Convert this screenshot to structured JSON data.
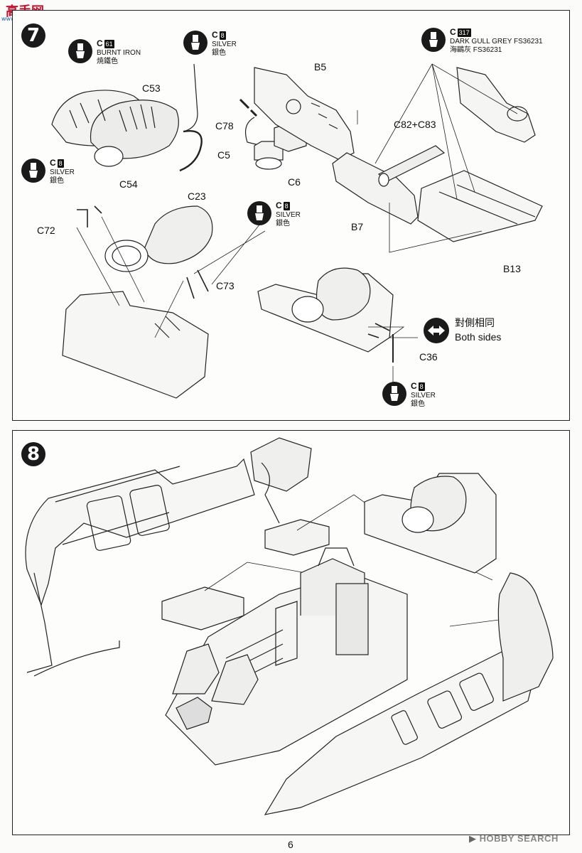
{
  "watermark": {
    "name": "高手网",
    "url": "www.gaoshou.net"
  },
  "page_number": "6",
  "footer_brand": "HOBBY SEARCH",
  "step7": {
    "number": "7",
    "labels": {
      "c53": "C53",
      "c54": "C54",
      "c23": "C23",
      "c78": "C78",
      "c5": "C5",
      "c6": "C6",
      "b5": "B5",
      "c82c83": "C82+C83",
      "b7": "B7",
      "b13": "B13",
      "c72": "C72",
      "c73": "C73",
      "c36": "C36"
    },
    "paints": {
      "burnt_iron": {
        "code": "C",
        "num": "61",
        "name": "BURNT IRON",
        "local": "焼鐵色"
      },
      "silver_a": {
        "code": "C",
        "num": "8",
        "name": "SILVER",
        "local": "銀色"
      },
      "dark_gull": {
        "code": "C",
        "num": "317",
        "name": "DARK GULL GREY FS36231",
        "local": "海鷗灰 FS36231"
      },
      "silver_b": {
        "code": "C",
        "num": "8",
        "name": "SILVER",
        "local": "銀色"
      },
      "silver_c": {
        "code": "C",
        "num": "8",
        "name": "SILVER",
        "local": "銀色"
      },
      "silver_d": {
        "code": "C",
        "num": "8",
        "name": "SILVER",
        "local": "銀色"
      }
    },
    "both_sides": {
      "local": "對側相同",
      "text": "Both sides"
    }
  },
  "step8": {
    "number": "8"
  }
}
